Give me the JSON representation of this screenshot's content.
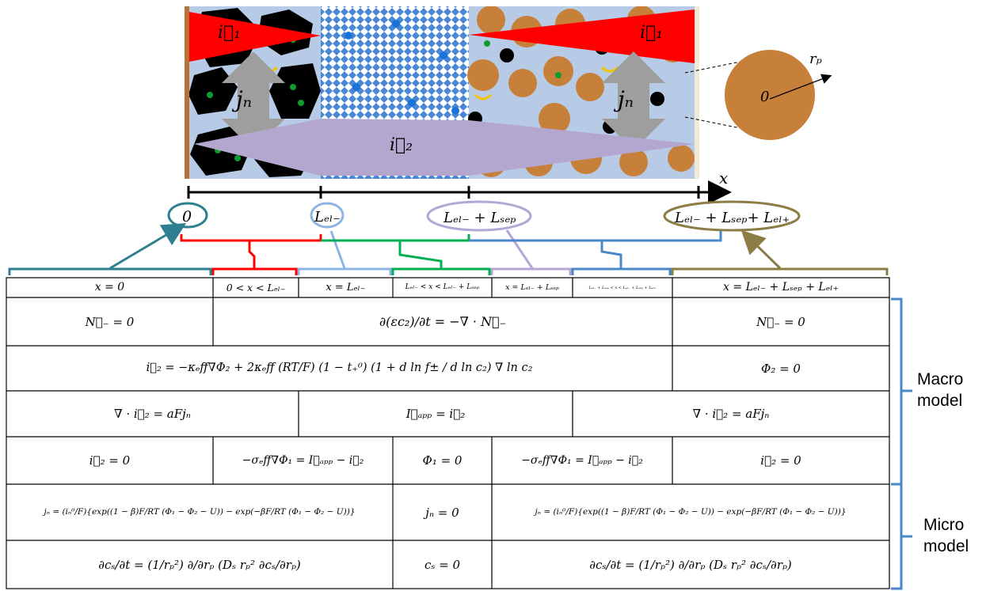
{
  "top_figure": {
    "vector_labels": {
      "i1_left": "i⃗₁",
      "i1_right": "i⃗₁",
      "jn_left": "jₙ",
      "jn_right": "jₙ",
      "i2": "i⃗₂"
    },
    "particle": {
      "center_label": "0",
      "radius_label": "rₚ"
    },
    "axis_label": "x",
    "colors": {
      "current_collector": "#b87333",
      "electrolyte": "#b7cbe6",
      "i1_arrow": "#ff0000",
      "i2_arrow": "#b4a7cf",
      "jn_arrow": "#9e9e9e",
      "particle": "#c7803a",
      "separator_pattern": "#4a88d6",
      "binder": "#f5c400",
      "dopant": "#0f9b2e"
    }
  },
  "positions": [
    {
      "label": "0",
      "color": "#2e7f8f"
    },
    {
      "label": "Lₑₗ₋",
      "color": "#8eb4e3"
    },
    {
      "label": "Lₑₗ₋ + Lₛₑₚ",
      "color": "#b4a7d6"
    },
    {
      "label": "Lₑₗ₋ + Lₛₑₚ+ Lₑₗ₊",
      "color": "#8b7d45"
    }
  ],
  "domain_brackets": {
    "colors": [
      "#2e7f8f",
      "#ff0000",
      "#8eb4e3",
      "#00b050",
      "#b4a7d6",
      "#4a86c8",
      "#8b7d45"
    ]
  },
  "table": {
    "header": [
      "x = 0",
      "0 < x < Lₑₗ₋",
      "x = Lₑₗ₋",
      "Lₑₗ₋ < x < Lₑₗ₋ + Lₛₑₚ",
      "x = Lₑₗ₋ + Lₛₑₚ",
      "Lₑₗ₋ + Lₛₑₚ < x < Lₑₗ₋ + Lₛₑₚ + Lₑₗ₊",
      "x = Lₑₗ₋ + Lₛₑₚ + Lₑₗ₊"
    ],
    "row1": [
      "N⃗₋ = 0",
      "∂(εc₂)/∂t = −∇ · N⃗₋",
      "N⃗₋ = 0"
    ],
    "row2": [
      "i⃗₂ = −κₑff∇Φ₂ + 2κₑff (RT/F) (1 − t₊⁰) (1 + d ln f± / d ln c₂) ∇ ln c₂",
      "Φ₂ = 0"
    ],
    "row3": [
      "∇ · i⃗₂ = aFjₙ",
      "I⃗ₐₚₚ = i⃗₂",
      "∇ · i⃗₂ = aFjₙ"
    ],
    "row4": [
      "i⃗₂ = 0",
      "−σₑff∇Φ₁ = I⃗ₐₚₚ − i⃗₂",
      "Φ₁ = 0",
      "−σₑff∇Φ₁ = I⃗ₐₚₚ − i⃗₂",
      "i⃗₂ = 0"
    ],
    "row5": [
      "jₙ = (iₙ⁰/F){exp((1 − β)F/RT (Φ₁ − Φ₂ − U)) − exp(−βF/RT (Φ₁ − Φ₂ − U))}",
      "jₙ = 0",
      "jₙ = (iₙ⁰/F){exp((1 − β)F/RT (Φ₁ − Φ₂ − U)) − exp(−βF/RT (Φ₁ − Φ₂ − U))}"
    ],
    "row6": [
      "∂cₛ/∂t = (1/rₚ²) ∂/∂rₚ (Dₛ rₚ² ∂cₛ/∂rₚ)",
      "cₛ = 0",
      "∂cₛ/∂t = (1/rₚ²) ∂/∂rₚ (Dₛ rₚ² ∂cₛ/∂rₚ)"
    ]
  },
  "side_labels": {
    "macro": [
      "Macro",
      "model"
    ],
    "micro": [
      "Micro",
      "model"
    ],
    "bracket_color": "#4a86c8"
  }
}
